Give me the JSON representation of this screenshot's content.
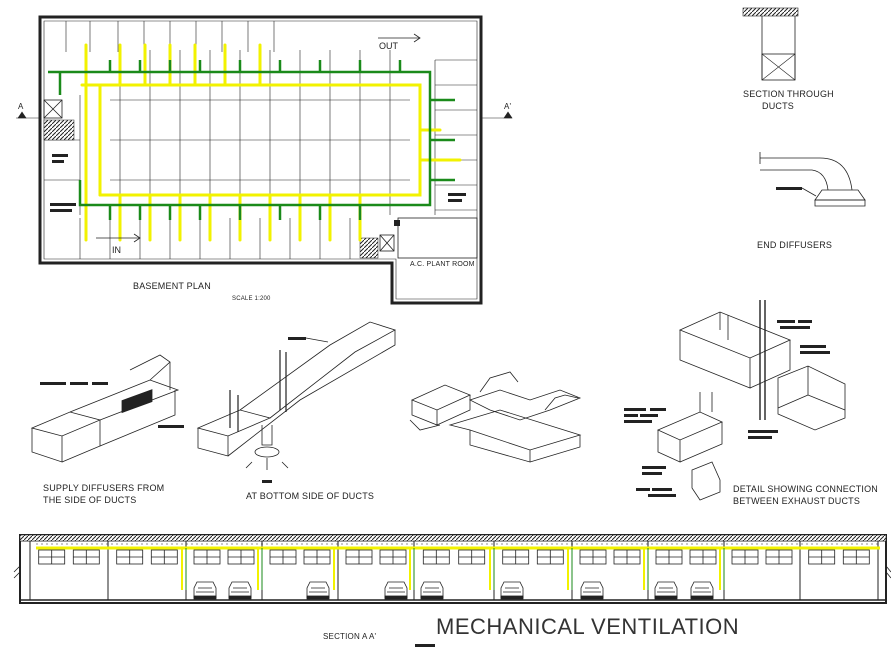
{
  "drawing": {
    "title": "MECHANICAL VENTILATION",
    "colors": {
      "supply_duct": "#f2f200",
      "exhaust_duct": "#1a8a1a",
      "linework": "#222222"
    }
  },
  "plan": {
    "label": "BASEMENT PLAN",
    "scale": "SCALE 1:200",
    "out_label": "OUT",
    "in_label": "IN",
    "plant_room": "A.C. PLANT ROOM",
    "section_mark_left": "A",
    "section_mark_right": "A'"
  },
  "details": {
    "section_through_ducts": [
      "SECTION THROUGH",
      "DUCTS"
    ],
    "end_diffusers": "END DIFFUSERS",
    "supply_diffusers": [
      "SUPPLY DIFFUSERS FROM",
      "THE SIDE OF DUCTS"
    ],
    "bottom_side": "AT BOTTOM SIDE OF DUCTS",
    "exhaust_connection": [
      "DETAIL SHOWING CONNECTION",
      "BETWEEN EXHAUST DUCTS"
    ]
  },
  "section": {
    "label": "SECTION  A A'"
  }
}
